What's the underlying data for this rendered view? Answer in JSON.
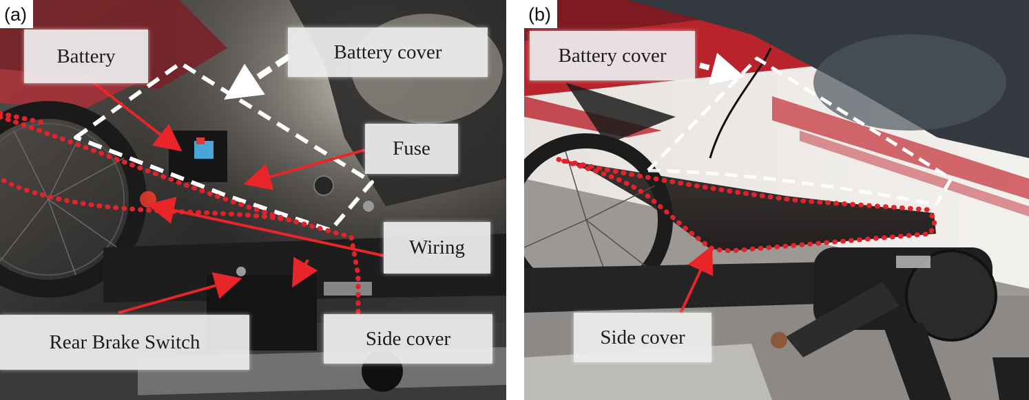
{
  "panels": [
    {
      "label": "(a)",
      "callouts": {
        "battery": "Battery",
        "battery_cover": "Battery cover",
        "fuse": "Fuse",
        "wiring": "Wiring",
        "rear_brake_switch": "Rear Brake Switch",
        "side_cover": "Side cover"
      }
    },
    {
      "label": "(b)",
      "callouts": {
        "battery_cover": "Battery cover",
        "side_cover": "Side cover"
      }
    }
  ],
  "colors": {
    "arrow_red": "#e8262a",
    "outline_white": "#ffffff",
    "outline_red_dotted": "#e3232b",
    "callout_bg": "#eeeeee"
  }
}
